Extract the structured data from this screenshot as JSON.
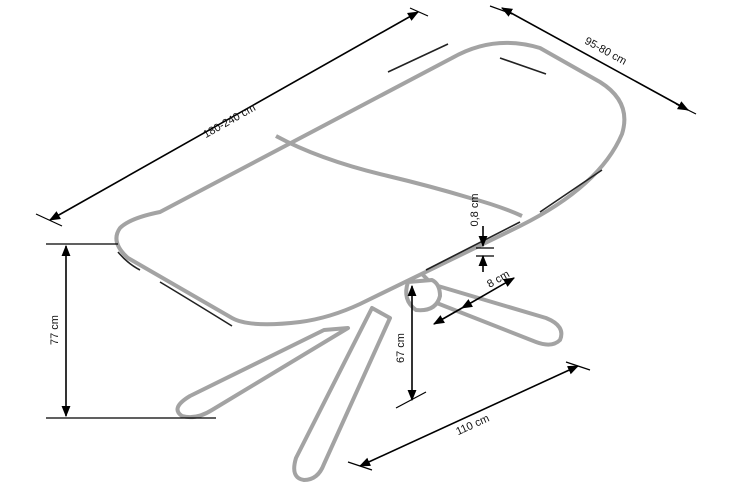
{
  "dimensions": {
    "length": "180-240 cm",
    "width": "95-80 cm",
    "top_thickness": "0,8 cm",
    "leg_width": "8 cm",
    "table_height": "77 cm",
    "under_height": "67 cm",
    "leg_span": "110 cm"
  },
  "colors": {
    "outline": "#a3a3a3",
    "dimension_lines": "#000000"
  }
}
